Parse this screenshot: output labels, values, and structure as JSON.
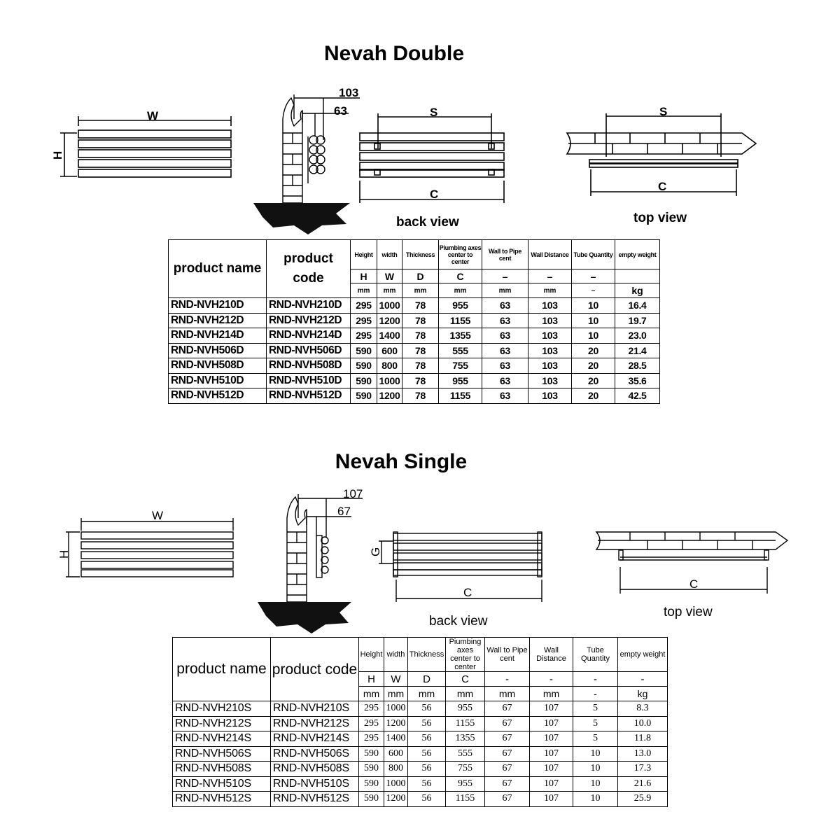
{
  "double": {
    "title": "Nevah Double",
    "drawing": {
      "w_label": "W",
      "h_label": "H",
      "dim_outer": "103",
      "dim_inner": "63",
      "s_label": "S",
      "c_label": "C",
      "back_view": "back view",
      "top_view": "top view",
      "top_s_label": "S",
      "top_c_label": "C"
    },
    "table": {
      "col_name": "product name",
      "col_code": "product code",
      "headers": [
        "Height",
        "width",
        "Thickness",
        "Piumbing axes center to center",
        "Wall to Pipe cent",
        "Wall Distance",
        "Tube Quantity",
        "empty weight"
      ],
      "symbols": [
        "H",
        "W",
        "D",
        "C",
        "–",
        "–",
        "–",
        ""
      ],
      "units": [
        "mm",
        "mm",
        "mm",
        "mm",
        "mm",
        "mm",
        "–",
        "kg"
      ],
      "rows": [
        [
          "RND-NVH210D",
          "RND-NVH210D",
          "295",
          "1000",
          "78",
          "955",
          "63",
          "103",
          "10",
          "16.4"
        ],
        [
          "RND-NVH212D",
          "RND-NVH212D",
          "295",
          "1200",
          "78",
          "1155",
          "63",
          "103",
          "10",
          "19.7"
        ],
        [
          "RND-NVH214D",
          "RND-NVH214D",
          "295",
          "1400",
          "78",
          "1355",
          "63",
          "103",
          "10",
          "23.0"
        ],
        [
          "RND-NVH506D",
          "RND-NVH506D",
          "590",
          "600",
          "78",
          "555",
          "63",
          "103",
          "20",
          "21.4"
        ],
        [
          "RND-NVH508D",
          "RND-NVH508D",
          "590",
          "800",
          "78",
          "755",
          "63",
          "103",
          "20",
          "28.5"
        ],
        [
          "RND-NVH510D",
          "RND-NVH510D",
          "590",
          "1000",
          "78",
          "955",
          "63",
          "103",
          "20",
          "35.6"
        ],
        [
          "RND-NVH512D",
          "RND-NVH512D",
          "590",
          "1200",
          "78",
          "1155",
          "63",
          "103",
          "20",
          "42.5"
        ]
      ]
    }
  },
  "single": {
    "title": "Nevah Single",
    "drawing": {
      "w_label": "W",
      "h_label": "H",
      "dim_outer": "107",
      "dim_inner": "67",
      "g_label": "G",
      "c_label": "C",
      "back_view": "back view",
      "top_view": "top view",
      "top_c_label": "C"
    },
    "table": {
      "col_name": "product name",
      "col_code": "product code",
      "headers": [
        "Height",
        "width",
        "Thickness",
        "Piumbing axes center to center",
        "Wall to Pipe cent",
        "Wall Distance",
        "Tube Quantity",
        "empty weight"
      ],
      "symbols": [
        "H",
        "W",
        "D",
        "C",
        "-",
        "-",
        "-",
        "-"
      ],
      "units": [
        "mm",
        "mm",
        "mm",
        "mm",
        "mm",
        "mm",
        "-",
        "kg"
      ],
      "rows": [
        [
          "RND-NVH210S",
          "RND-NVH210S",
          "295",
          "1000",
          "56",
          "955",
          "67",
          "107",
          "5",
          "8.3"
        ],
        [
          "RND-NVH212S",
          "RND-NVH212S",
          "295",
          "1200",
          "56",
          "1155",
          "67",
          "107",
          "5",
          "10.0"
        ],
        [
          "RND-NVH214S",
          "RND-NVH214S",
          "295",
          "1400",
          "56",
          "1355",
          "67",
          "107",
          "5",
          "11.8"
        ],
        [
          "RND-NVH506S",
          "RND-NVH506S",
          "590",
          "600",
          "56",
          "555",
          "67",
          "107",
          "10",
          "13.0"
        ],
        [
          "RND-NVH508S",
          "RND-NVH508S",
          "590",
          "800",
          "56",
          "755",
          "67",
          "107",
          "10",
          "17.3"
        ],
        [
          "RND-NVH510S",
          "RND-NVH510S",
          "590",
          "1000",
          "56",
          "955",
          "67",
          "107",
          "10",
          "21.6"
        ],
        [
          "RND-NVH512S",
          "RND-NVH512S",
          "590",
          "1200",
          "56",
          "1155",
          "67",
          "107",
          "10",
          "25.9"
        ]
      ]
    }
  }
}
